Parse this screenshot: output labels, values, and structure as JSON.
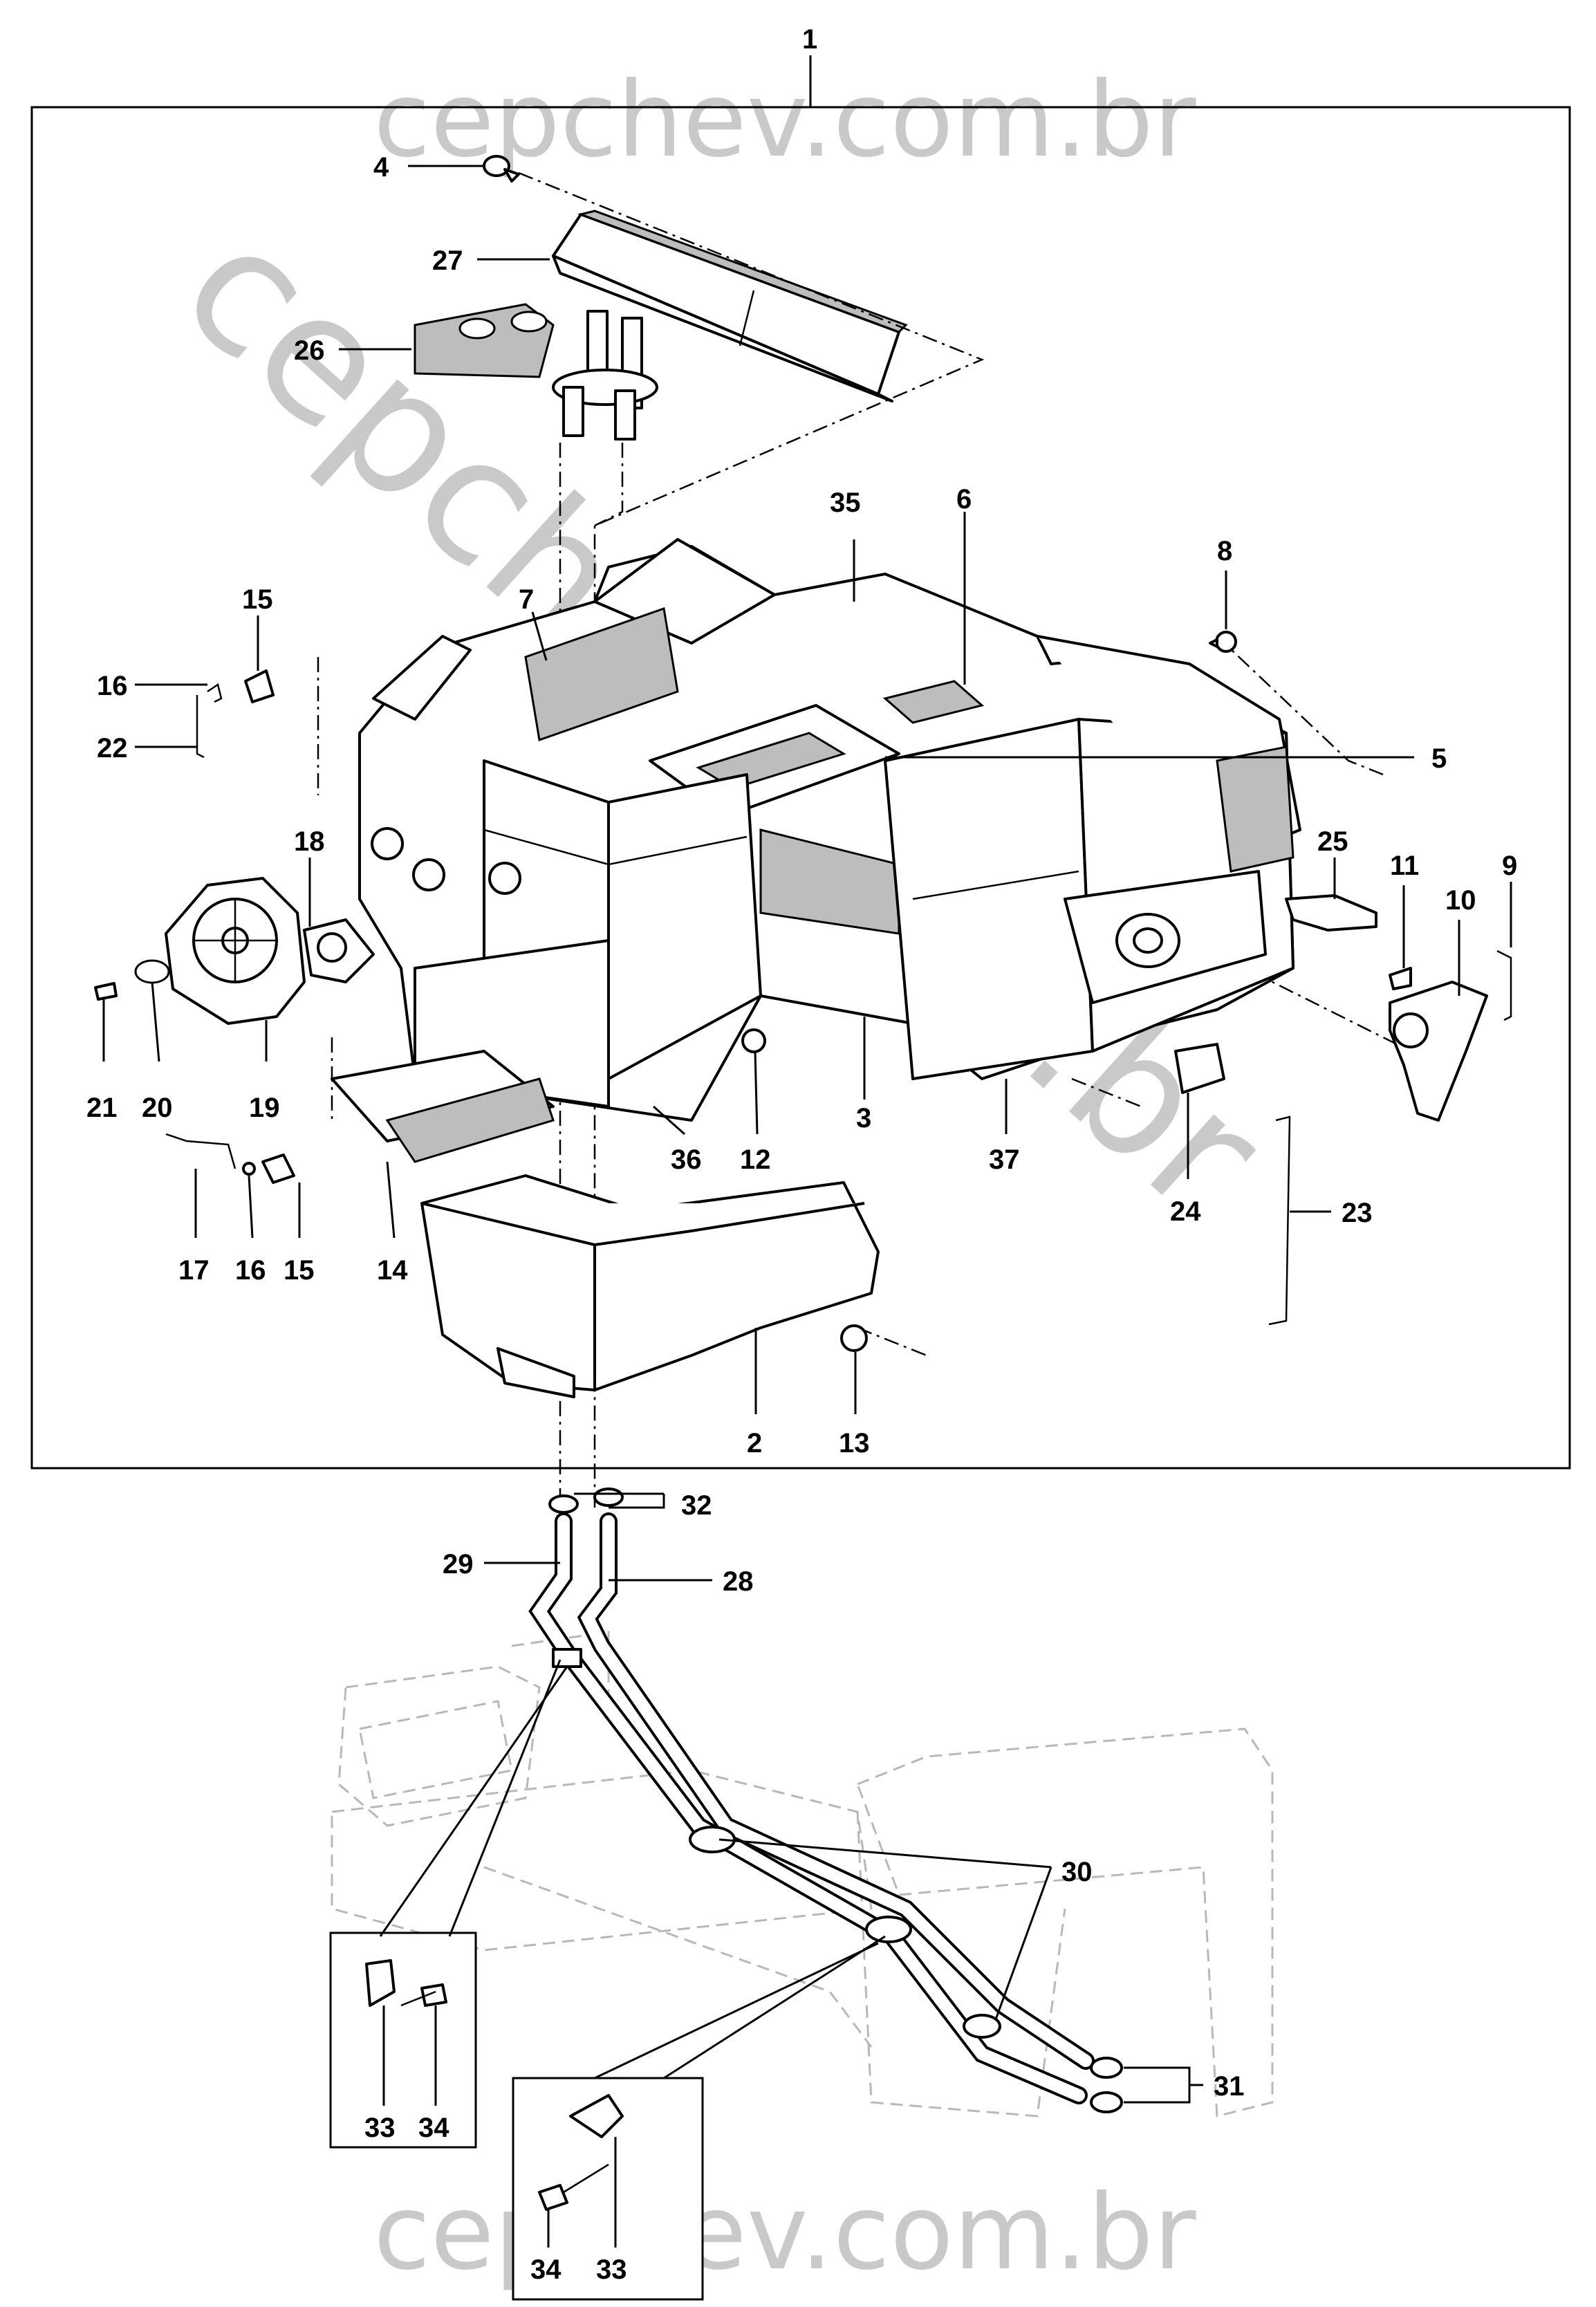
{
  "watermark": {
    "top": "cepchev.com.br",
    "bottom": "cepchev.com.br",
    "diagonal": "cepchev.com.br"
  },
  "callouts": [
    {
      "id": "c1",
      "text": "1"
    },
    {
      "id": "c4",
      "text": "4"
    },
    {
      "id": "c27",
      "text": "27"
    },
    {
      "id": "c26",
      "text": "26"
    },
    {
      "id": "c35",
      "text": "35"
    },
    {
      "id": "c6",
      "text": "6"
    },
    {
      "id": "c8",
      "text": "8"
    },
    {
      "id": "c15a",
      "text": "15"
    },
    {
      "id": "c7",
      "text": "7"
    },
    {
      "id": "c16a",
      "text": "16"
    },
    {
      "id": "c22",
      "text": "22"
    },
    {
      "id": "c5",
      "text": "5"
    },
    {
      "id": "c18",
      "text": "18"
    },
    {
      "id": "c25",
      "text": "25"
    },
    {
      "id": "c11",
      "text": "11"
    },
    {
      "id": "c9",
      "text": "9"
    },
    {
      "id": "c10",
      "text": "10"
    },
    {
      "id": "c21",
      "text": "21"
    },
    {
      "id": "c20",
      "text": "20"
    },
    {
      "id": "c19",
      "text": "19"
    },
    {
      "id": "c36",
      "text": "36"
    },
    {
      "id": "c12",
      "text": "12"
    },
    {
      "id": "c3",
      "text": "3"
    },
    {
      "id": "c37",
      "text": "37"
    },
    {
      "id": "c24",
      "text": "24"
    },
    {
      "id": "c23",
      "text": "23"
    },
    {
      "id": "c17",
      "text": "17"
    },
    {
      "id": "c16b",
      "text": "16"
    },
    {
      "id": "c15b",
      "text": "15"
    },
    {
      "id": "c14",
      "text": "14"
    },
    {
      "id": "c2",
      "text": "2"
    },
    {
      "id": "c13",
      "text": "13"
    },
    {
      "id": "c32",
      "text": "32"
    },
    {
      "id": "c29",
      "text": "29"
    },
    {
      "id": "c28",
      "text": "28"
    },
    {
      "id": "c30",
      "text": "30"
    },
    {
      "id": "c31",
      "text": "31"
    },
    {
      "id": "c33a",
      "text": "33"
    },
    {
      "id": "c34a",
      "text": "34"
    },
    {
      "id": "c34b",
      "text": "34"
    },
    {
      "id": "c33b",
      "text": "33"
    }
  ]
}
